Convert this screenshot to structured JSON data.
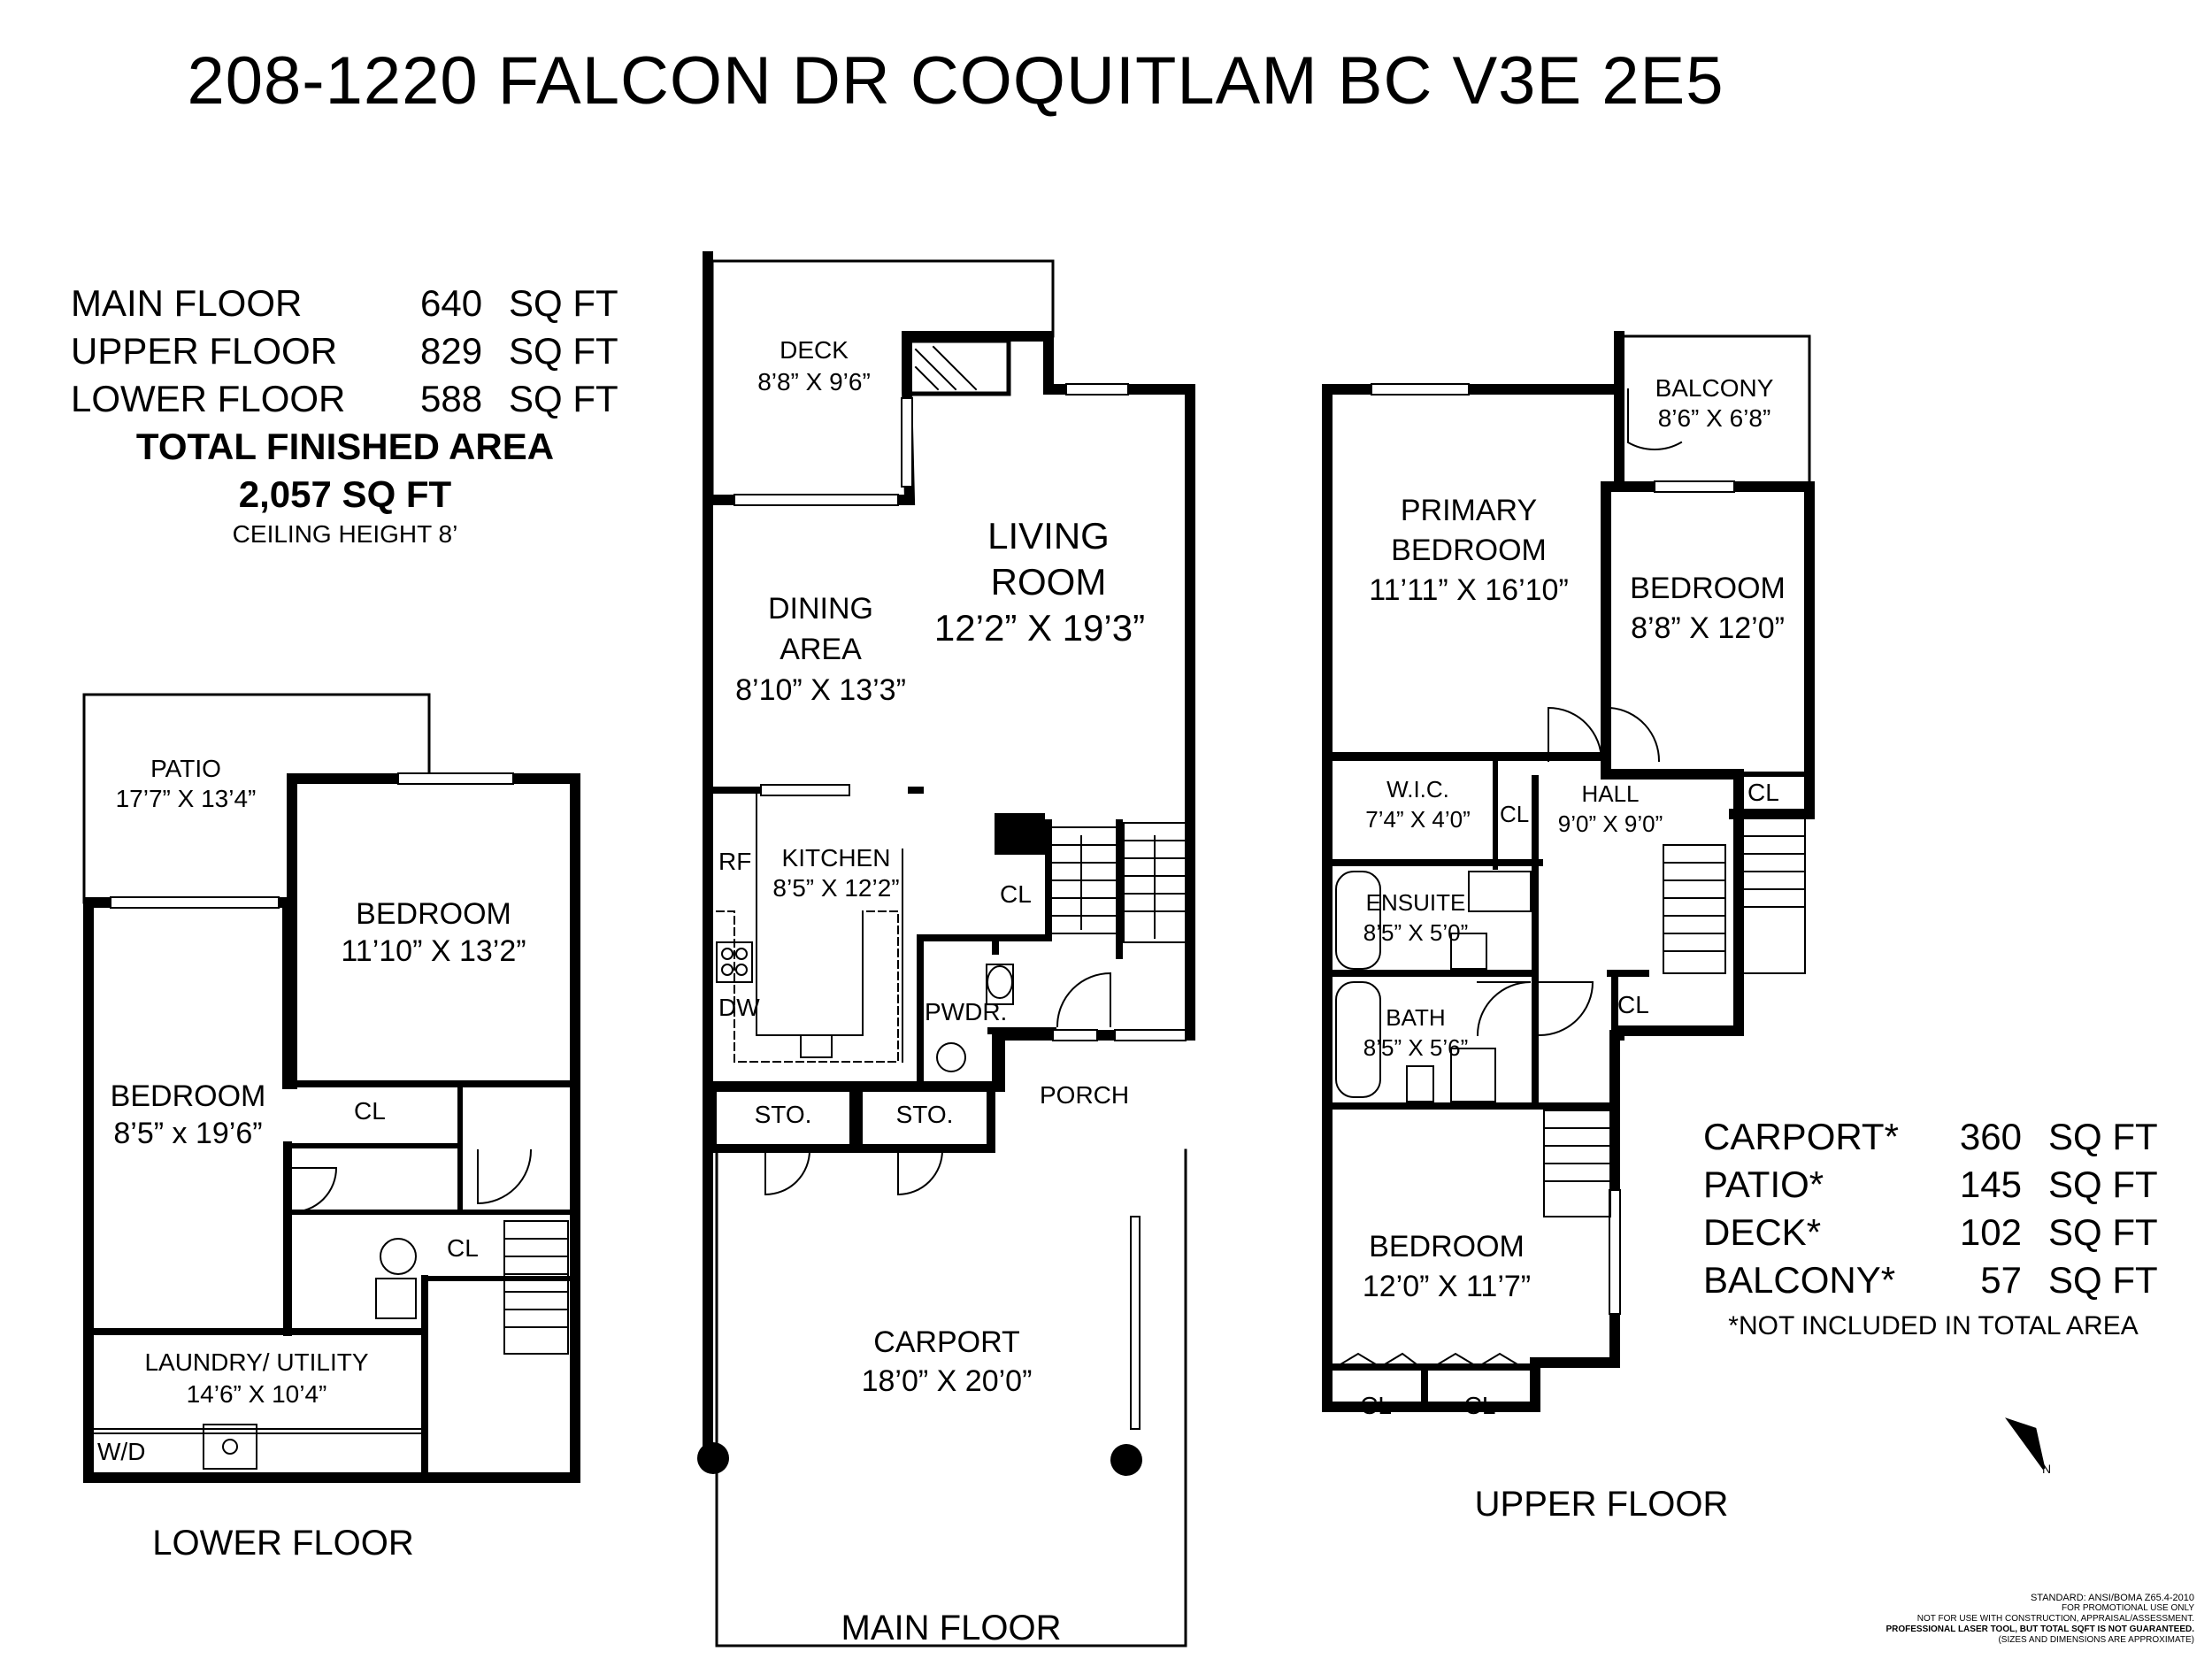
{
  "title": "208-1220 FALCON DR COQUITLAM BC  V3E 2E5",
  "areas": [
    {
      "name": "MAIN FLOOR",
      "value": "640",
      "unit": "SQ FT"
    },
    {
      "name": "UPPER FLOOR",
      "value": "829",
      "unit": "SQ FT"
    },
    {
      "name": "LOWER FLOOR",
      "value": "588",
      "unit": "SQ FT"
    }
  ],
  "total_label": "TOTAL FINISHED AREA",
  "total_value": "2,057  SQ FT",
  "ceiling": "CEILING HEIGHT 8’",
  "extras": [
    {
      "name": "CARPORT*",
      "value": "360",
      "unit": "SQ FT"
    },
    {
      "name": "PATIO*",
      "value": "145",
      "unit": "SQ FT"
    },
    {
      "name": "DECK*",
      "value": "102",
      "unit": "SQ FT"
    },
    {
      "name": "BALCONY*",
      "value": "57",
      "unit": "SQ FT"
    }
  ],
  "extras_note": "*NOT INCLUDED IN TOTAL AREA",
  "floor_labels": {
    "lower": "LOWER FLOOR",
    "main": "MAIN FLOOR",
    "upper": "UPPER FLOOR"
  },
  "rooms": {
    "lower": [
      {
        "id": "patio",
        "name": "PATIO",
        "dim": "17’7” X 13’4”"
      },
      {
        "id": "bedroom1",
        "name": "BEDROOM",
        "dim": "11’10” X 13’2”"
      },
      {
        "id": "bedroom2",
        "name": "BEDROOM",
        "dim": "8’5” x 19’6”"
      },
      {
        "id": "laundry",
        "name": "LAUNDRY/ UTILITY",
        "dim": "14’6” X 10’4”"
      }
    ],
    "main": [
      {
        "id": "deck",
        "name": "DECK",
        "dim": "8’8” X 9’6”"
      },
      {
        "id": "living",
        "name": "LIVING ROOM",
        "dim": "12’2” X 19’3”"
      },
      {
        "id": "dining",
        "name": "DINING AREA",
        "dim": "8’10” X 13’3”"
      },
      {
        "id": "kitchen",
        "name": "KITCHEN",
        "dim": "8’5” X 12’2”"
      },
      {
        "id": "carport",
        "name": "CARPORT",
        "dim": "18’0” X 20’0”"
      }
    ],
    "upper": [
      {
        "id": "balcony",
        "name": "BALCONY",
        "dim": "8’6” X 6’8”"
      },
      {
        "id": "primary",
        "name": "PRIMARY BEDROOM",
        "dim": "11’11” X 16’10”"
      },
      {
        "id": "bedroom3",
        "name": "BEDROOM",
        "dim": "8’8” X 12’0”"
      },
      {
        "id": "wic",
        "name": "W.I.C.",
        "dim": "7’4” X 4’0”"
      },
      {
        "id": "hall",
        "name": "HALL",
        "dim": "9’0” X 9’0”"
      },
      {
        "id": "ensuite",
        "name": "ENSUITE",
        "dim": "8’5” X 5’0”"
      },
      {
        "id": "bath",
        "name": "BATH",
        "dim": "8’5” X 5’6”"
      },
      {
        "id": "bedroom4",
        "name": "BEDROOM",
        "dim": "12’0” X 11’7”"
      }
    ]
  },
  "small_labels": {
    "cl": "CL",
    "sto": "STO.",
    "porch": "PORCH",
    "pwdr": "PWDR.",
    "rf": "RF",
    "dw": "DW",
    "wd": "W/D",
    "north": "N"
  },
  "fine_print": [
    "STANDARD: ANSI/BOMA Z65.4-2010",
    "FOR PROMOTIONAL USE ONLY",
    "NOT FOR USE WITH CONSTRUCTION, APPRAISAL/ASSESSMENT.",
    "PROFESSIONAL LASER TOOL, BUT TOTAL SQFT IS NOT GUARANTEED.",
    "(SIZES AND DIMENSIONS ARE APPROXIMATE)"
  ]
}
